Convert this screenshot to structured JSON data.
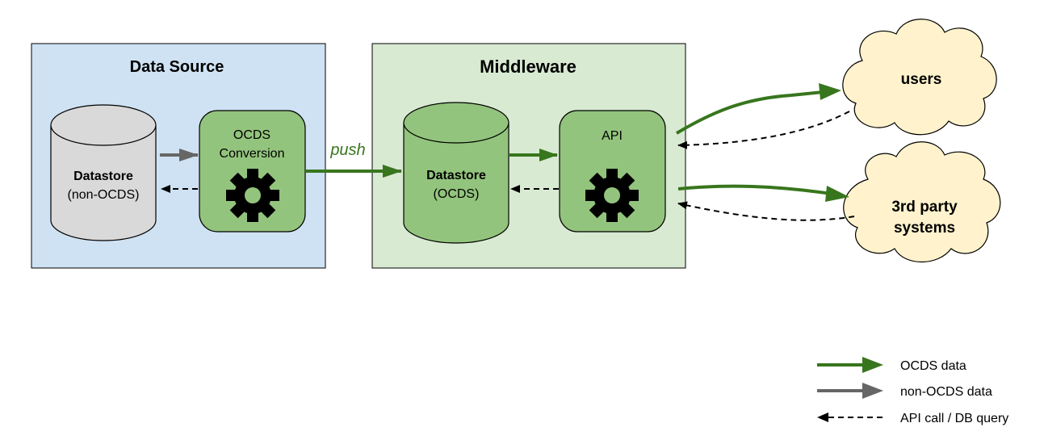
{
  "data_source": {
    "title": "Data Source"
  },
  "middleware": {
    "title": "Middleware"
  },
  "source_datastore": {
    "title": "Datastore",
    "subtitle": "(non-OCDS)"
  },
  "conversion": {
    "line1": "OCDS",
    "line2": "Conversion"
  },
  "push_label": "push",
  "middleware_datastore": {
    "title": "Datastore",
    "subtitle": "(OCDS)"
  },
  "api": {
    "label": "API"
  },
  "users": {
    "label": "users"
  },
  "third_party": {
    "line1": "3rd party",
    "line2": "systems"
  },
  "legend": {
    "ocds": "OCDS data",
    "non_ocds": "non-OCDS data",
    "query": "API call / DB query"
  },
  "colors": {
    "source_bg": "#cfe2f3",
    "middleware_bg": "#d9ead3",
    "green_fill": "#93c47d",
    "green_arrow": "#38761d",
    "grey_cylinder": "#d9d9d9",
    "grey_arrow": "#666666",
    "cloud": "#fff2cc"
  }
}
